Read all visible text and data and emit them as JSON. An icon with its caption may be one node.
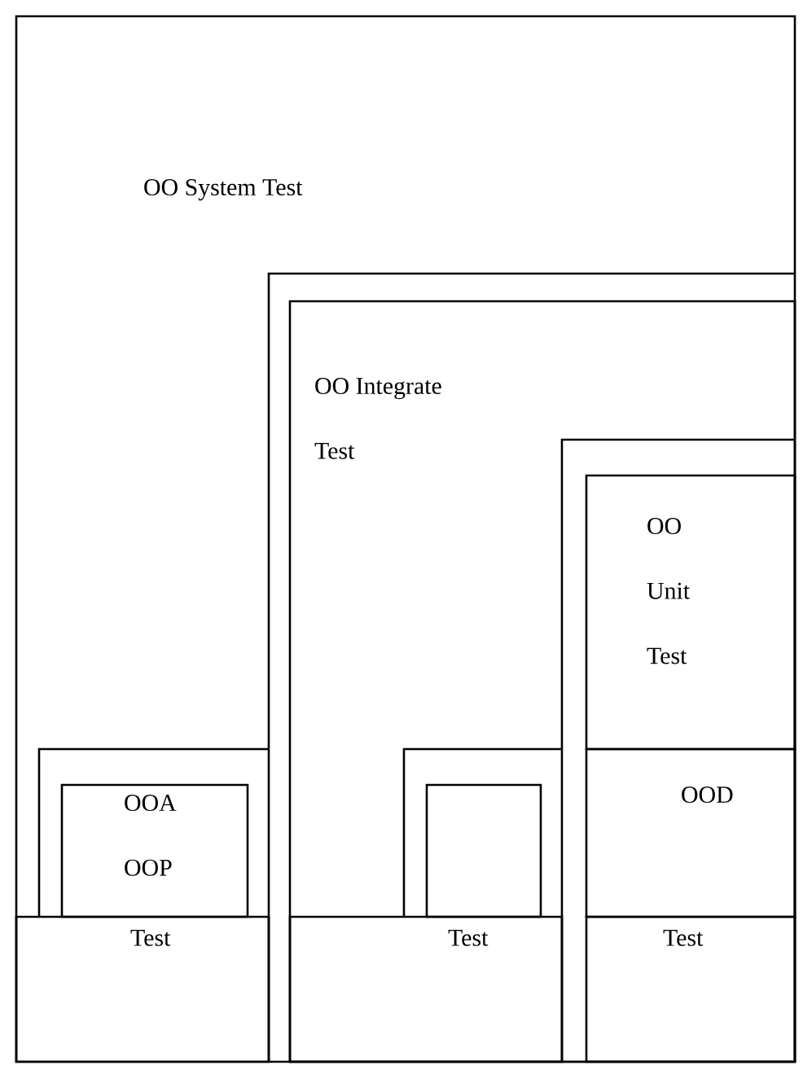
{
  "diagram": {
    "nodes": [
      {
        "text": [
          "OO System Test"
        ]
      },
      {
        "text": [
          "OO Integrate Test"
        ],
        "in": 0
      },
      {
        "text": [
          "OO Unit Test"
        ],
        "in": 1
      },
      {
        "text": [
          "OOA OOP"
        ],
        "in": 0
      },
      {
        "text": [
          "OOD"
        ],
        "in": 1
      },
      {
        "text": [],
        "shape": "box",
        "in": 1
      },
      {
        "text": [
          "Test"
        ],
        "in": 0
      },
      {
        "text": [
          "Test"
        ],
        "in": 1
      },
      {
        "text": [
          "Test"
        ],
        "in": 1
      }
    ]
  }
}
